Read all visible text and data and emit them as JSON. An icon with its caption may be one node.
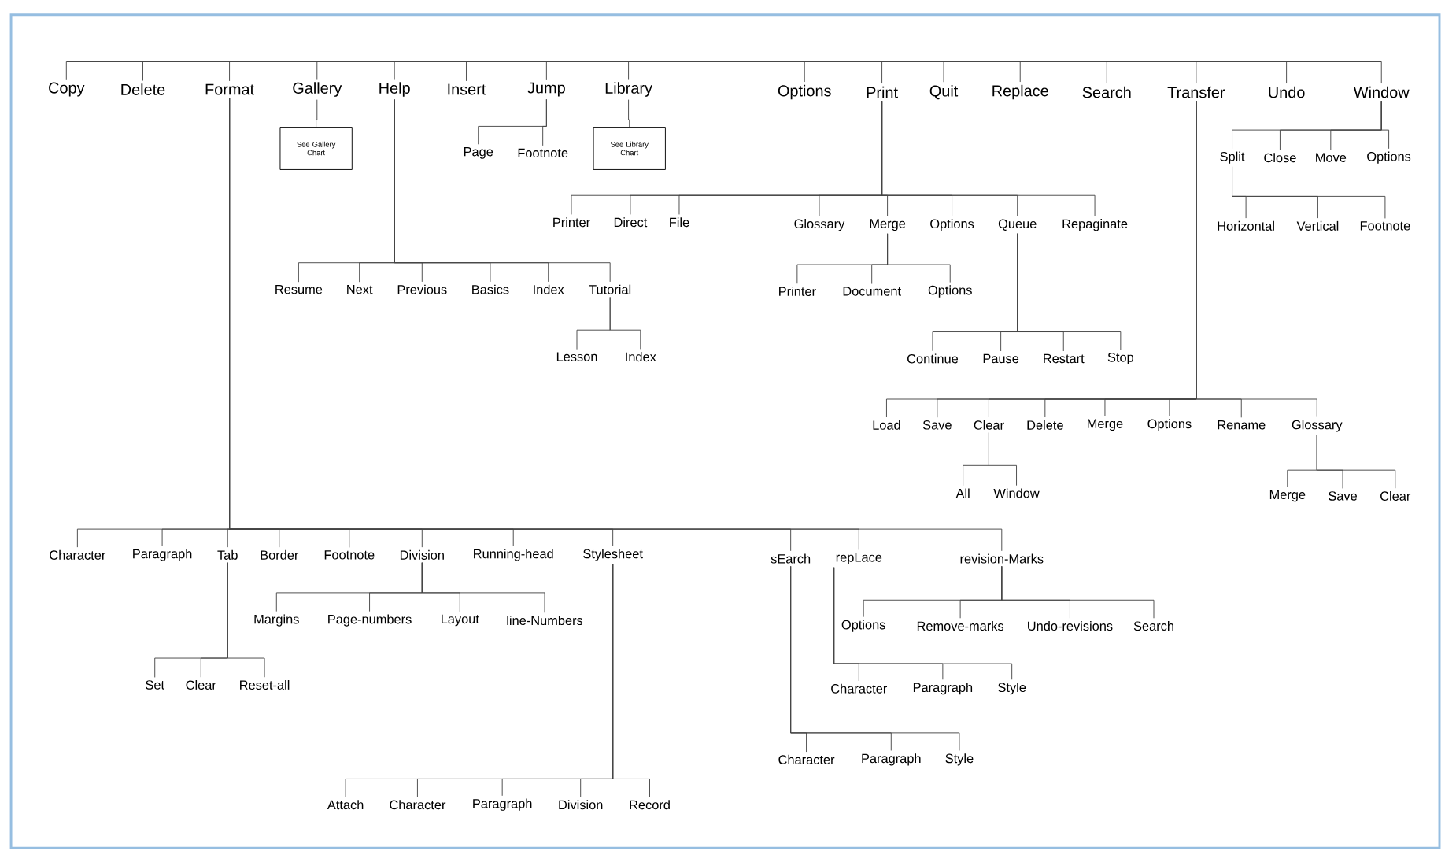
{
  "diagram": {
    "nodes": [
      {
        "text": [
          "Copy"
        ]
      },
      {
        "text": [
          "Delete"
        ]
      },
      {
        "text": [
          "Format"
        ]
      },
      {
        "text": [
          "Gallery"
        ]
      },
      {
        "text": [
          "Help"
        ]
      },
      {
        "text": [
          "Insert"
        ]
      },
      {
        "text": [
          "Jump"
        ]
      },
      {
        "text": [
          "Library"
        ]
      },
      {
        "text": [
          "Options"
        ]
      },
      {
        "text": [
          "Print"
        ]
      },
      {
        "text": [
          "Quit"
        ]
      },
      {
        "text": [
          "Replace"
        ]
      },
      {
        "text": [
          "Search"
        ]
      },
      {
        "text": [
          "Transfer"
        ]
      },
      {
        "text": [
          "Undo"
        ]
      },
      {
        "text": [
          "Window"
        ]
      },
      {
        "text": [
          "See Gallery Chart"
        ]
      },
      {
        "text": [
          "Page"
        ]
      },
      {
        "text": [
          "Footnote"
        ]
      },
      {
        "text": [
          "See Library Chart"
        ]
      },
      {
        "text": [
          "Split"
        ]
      },
      {
        "text": [
          "Close"
        ]
      },
      {
        "text": [
          "Move"
        ]
      },
      {
        "text": [
          "Options"
        ]
      },
      {
        "text": [
          "Printer"
        ]
      },
      {
        "text": [
          "Direct"
        ]
      },
      {
        "text": [
          "File"
        ]
      },
      {
        "text": [
          "Glossary"
        ]
      },
      {
        "text": [
          "Merge"
        ]
      },
      {
        "text": [
          "Options"
        ]
      },
      {
        "text": [
          "Queue"
        ]
      },
      {
        "text": [
          "Repaginate"
        ]
      },
      {
        "text": [
          "Horizontal"
        ]
      },
      {
        "text": [
          "Vertical"
        ]
      },
      {
        "text": [
          "Footnote"
        ]
      },
      {
        "text": [
          "Resume"
        ]
      },
      {
        "text": [
          "Next"
        ]
      },
      {
        "text": [
          "Previous"
        ]
      },
      {
        "text": [
          "Basics"
        ]
      },
      {
        "text": [
          "Index"
        ]
      },
      {
        "text": [
          "Tutorial"
        ]
      },
      {
        "text": [
          "Printer"
        ]
      },
      {
        "text": [
          "Document"
        ]
      },
      {
        "text": [
          "Options"
        ]
      },
      {
        "text": [
          "Lesson"
        ]
      },
      {
        "text": [
          "Index"
        ]
      },
      {
        "text": [
          "Continue"
        ]
      },
      {
        "text": [
          "Pause"
        ]
      },
      {
        "text": [
          "Restart"
        ]
      },
      {
        "text": [
          "Stop"
        ]
      },
      {
        "text": [
          "Load"
        ]
      },
      {
        "text": [
          "Save"
        ]
      },
      {
        "text": [
          "Clear"
        ]
      },
      {
        "text": [
          "Delete"
        ]
      },
      {
        "text": [
          "Merge"
        ]
      },
      {
        "text": [
          "Options"
        ]
      },
      {
        "text": [
          "Rename"
        ]
      },
      {
        "text": [
          "Glossary"
        ]
      },
      {
        "text": [
          "All"
        ]
      },
      {
        "text": [
          "Window"
        ]
      },
      {
        "text": [
          "Merge"
        ]
      },
      {
        "text": [
          "Save"
        ]
      },
      {
        "text": [
          "Clear"
        ]
      },
      {
        "text": [
          "Character"
        ]
      },
      {
        "text": [
          "Paragraph"
        ]
      },
      {
        "text": [
          "Tab"
        ]
      },
      {
        "text": [
          "Border"
        ]
      },
      {
        "text": [
          "Footnote"
        ]
      },
      {
        "text": [
          "Division"
        ]
      },
      {
        "text": [
          "Running-head"
        ]
      },
      {
        "text": [
          "Stylesheet"
        ]
      },
      {
        "text": [
          "sEarch"
        ]
      },
      {
        "text": [
          "repLace"
        ]
      },
      {
        "text": [
          "revision-Marks"
        ]
      },
      {
        "text": [
          "Margins"
        ]
      },
      {
        "text": [
          "Page-numbers"
        ]
      },
      {
        "text": [
          "Layout"
        ]
      },
      {
        "text": [
          "line-Numbers"
        ]
      },
      {
        "text": [
          "Options"
        ]
      },
      {
        "text": [
          "Remove-marks"
        ]
      },
      {
        "text": [
          "Undo-revisions"
        ]
      },
      {
        "text": [
          "Search"
        ]
      },
      {
        "text": [
          "Set"
        ]
      },
      {
        "text": [
          "Clear"
        ]
      },
      {
        "text": [
          "Reset-all"
        ]
      },
      {
        "text": [
          "Character"
        ]
      },
      {
        "text": [
          "Paragraph"
        ]
      },
      {
        "text": [
          "Style"
        ]
      },
      {
        "text": [
          "Character"
        ]
      },
      {
        "text": [
          "Paragraph"
        ]
      },
      {
        "text": [
          "Style"
        ]
      },
      {
        "text": [
          "Attach"
        ]
      },
      {
        "text": [
          "Character"
        ]
      },
      {
        "text": [
          "Paragraph"
        ]
      },
      {
        "text": [
          "Division"
        ]
      },
      {
        "text": [
          "Record"
        ]
      },
      {
        "text": [],
        "shape": "bar"
      }
    ],
    "edges": [
      {
        "from": 96,
        "to": 0,
        "arrow": "none"
      },
      {
        "from": 96,
        "to": 1,
        "arrow": "none"
      },
      {
        "from": 96,
        "to": 2,
        "arrow": "none"
      },
      {
        "from": 96,
        "to": 3,
        "arrow": "none"
      },
      {
        "from": 96,
        "to": 4,
        "arrow": "none"
      },
      {
        "from": 96,
        "to": 5,
        "arrow": "none"
      },
      {
        "from": 96,
        "to": 6,
        "arrow": "none"
      },
      {
        "from": 96,
        "to": 7,
        "arrow": "none"
      },
      {
        "from": 96,
        "to": 8,
        "arrow": "none"
      },
      {
        "from": 96,
        "to": 9,
        "arrow": "none"
      },
      {
        "from": 96,
        "to": 10,
        "arrow": "none"
      },
      {
        "from": 96,
        "to": 11,
        "arrow": "none"
      },
      {
        "from": 96,
        "to": 12,
        "arrow": "none"
      },
      {
        "from": 96,
        "to": 13,
        "arrow": "none"
      },
      {
        "from": 96,
        "to": 14,
        "arrow": "none"
      },
      {
        "from": 96,
        "to": 15,
        "arrow": "none"
      },
      {
        "from": 3,
        "to": 16,
        "arrow": "none"
      },
      {
        "from": 6,
        "to": 17,
        "arrow": "none"
      },
      {
        "from": 6,
        "to": 18,
        "arrow": "none"
      },
      {
        "from": 7,
        "to": 19,
        "arrow": "none"
      },
      {
        "from": 15,
        "to": 20,
        "arrow": "none"
      },
      {
        "from": 15,
        "to": 21,
        "arrow": "none"
      },
      {
        "from": 15,
        "to": 22,
        "arrow": "none"
      },
      {
        "from": 15,
        "to": 23,
        "arrow": "none"
      },
      {
        "from": 9,
        "to": 24,
        "arrow": "none"
      },
      {
        "from": 9,
        "to": 25,
        "arrow": "none"
      },
      {
        "from": 9,
        "to": 26,
        "arrow": "none"
      },
      {
        "from": 9,
        "to": 27,
        "arrow": "none"
      },
      {
        "from": 9,
        "to": 28,
        "arrow": "none"
      },
      {
        "from": 9,
        "to": 29,
        "arrow": "none"
      },
      {
        "from": 9,
        "to": 30,
        "arrow": "none"
      },
      {
        "from": 9,
        "to": 31,
        "arrow": "none"
      },
      {
        "from": 20,
        "to": 32,
        "arrow": "none"
      },
      {
        "from": 20,
        "to": 33,
        "arrow": "none"
      },
      {
        "from": 20,
        "to": 34,
        "arrow": "none"
      },
      {
        "from": 4,
        "to": 35,
        "arrow": "none"
      },
      {
        "from": 4,
        "to": 36,
        "arrow": "none"
      },
      {
        "from": 4,
        "to": 37,
        "arrow": "none"
      },
      {
        "from": 4,
        "to": 38,
        "arrow": "none"
      },
      {
        "from": 4,
        "to": 39,
        "arrow": "none"
      },
      {
        "from": 4,
        "to": 40,
        "arrow": "none"
      },
      {
        "from": 28,
        "to": 41,
        "arrow": "none"
      },
      {
        "from": 28,
        "to": 42,
        "arrow": "none"
      },
      {
        "from": 28,
        "to": 43,
        "arrow": "none"
      },
      {
        "from": 40,
        "to": 44,
        "arrow": "none"
      },
      {
        "from": 40,
        "to": 45,
        "arrow": "none"
      },
      {
        "from": 30,
        "to": 46,
        "arrow": "none"
      },
      {
        "from": 30,
        "to": 47,
        "arrow": "none"
      },
      {
        "from": 30,
        "to": 48,
        "arrow": "none"
      },
      {
        "from": 30,
        "to": 49,
        "arrow": "none"
      },
      {
        "from": 13,
        "to": 50,
        "arrow": "none"
      },
      {
        "from": 13,
        "to": 51,
        "arrow": "none"
      },
      {
        "from": 13,
        "to": 52,
        "arrow": "none"
      },
      {
        "from": 13,
        "to": 53,
        "arrow": "none"
      },
      {
        "from": 13,
        "to": 54,
        "arrow": "none"
      },
      {
        "from": 13,
        "to": 55,
        "arrow": "none"
      },
      {
        "from": 13,
        "to": 56,
        "arrow": "none"
      },
      {
        "from": 13,
        "to": 57,
        "arrow": "none"
      },
      {
        "from": 52,
        "to": 58,
        "arrow": "none"
      },
      {
        "from": 52,
        "to": 59,
        "arrow": "none"
      },
      {
        "from": 57,
        "to": 60,
        "arrow": "none"
      },
      {
        "from": 57,
        "to": 61,
        "arrow": "none"
      },
      {
        "from": 57,
        "to": 62,
        "arrow": "none"
      },
      {
        "from": 2,
        "to": 63,
        "arrow": "none"
      },
      {
        "from": 2,
        "to": 64,
        "arrow": "none"
      },
      {
        "from": 2,
        "to": 65,
        "arrow": "none"
      },
      {
        "from": 2,
        "to": 66,
        "arrow": "none"
      },
      {
        "from": 2,
        "to": 67,
        "arrow": "none"
      },
      {
        "from": 2,
        "to": 68,
        "arrow": "none"
      },
      {
        "from": 2,
        "to": 69,
        "arrow": "none"
      },
      {
        "from": 2,
        "to": 70,
        "arrow": "none"
      },
      {
        "from": 2,
        "to": 71,
        "arrow": "none"
      },
      {
        "from": 2,
        "to": 72,
        "arrow": "none"
      },
      {
        "from": 2,
        "to": 73,
        "arrow": "none"
      },
      {
        "from": 68,
        "to": 74,
        "arrow": "none"
      },
      {
        "from": 68,
        "to": 75,
        "arrow": "none"
      },
      {
        "from": 68,
        "to": 76,
        "arrow": "none"
      },
      {
        "from": 68,
        "to": 77,
        "arrow": "none"
      },
      {
        "from": 73,
        "to": 78,
        "arrow": "none"
      },
      {
        "from": 73,
        "to": 79,
        "arrow": "none"
      },
      {
        "from": 73,
        "to": 80,
        "arrow": "none"
      },
      {
        "from": 73,
        "to": 81,
        "arrow": "none"
      },
      {
        "from": 65,
        "to": 82,
        "arrow": "none"
      },
      {
        "from": 65,
        "to": 83,
        "arrow": "none"
      },
      {
        "from": 65,
        "to": 84,
        "arrow": "none"
      },
      {
        "from": 72,
        "to": 85,
        "arrow": "none"
      },
      {
        "from": 72,
        "to": 86,
        "arrow": "none"
      },
      {
        "from": 72,
        "to": 87,
        "arrow": "none"
      },
      {
        "from": 71,
        "to": 88,
        "arrow": "none"
      },
      {
        "from": 71,
        "to": 89,
        "arrow": "none"
      },
      {
        "from": 71,
        "to": 90,
        "arrow": "none"
      },
      {
        "from": 70,
        "to": 91,
        "arrow": "none"
      },
      {
        "from": 70,
        "to": 92,
        "arrow": "none"
      },
      {
        "from": 70,
        "to": 93,
        "arrow": "none"
      },
      {
        "from": 70,
        "to": 94,
        "arrow": "none"
      },
      {
        "from": 70,
        "to": 95,
        "arrow": "none"
      }
    ]
  }
}
